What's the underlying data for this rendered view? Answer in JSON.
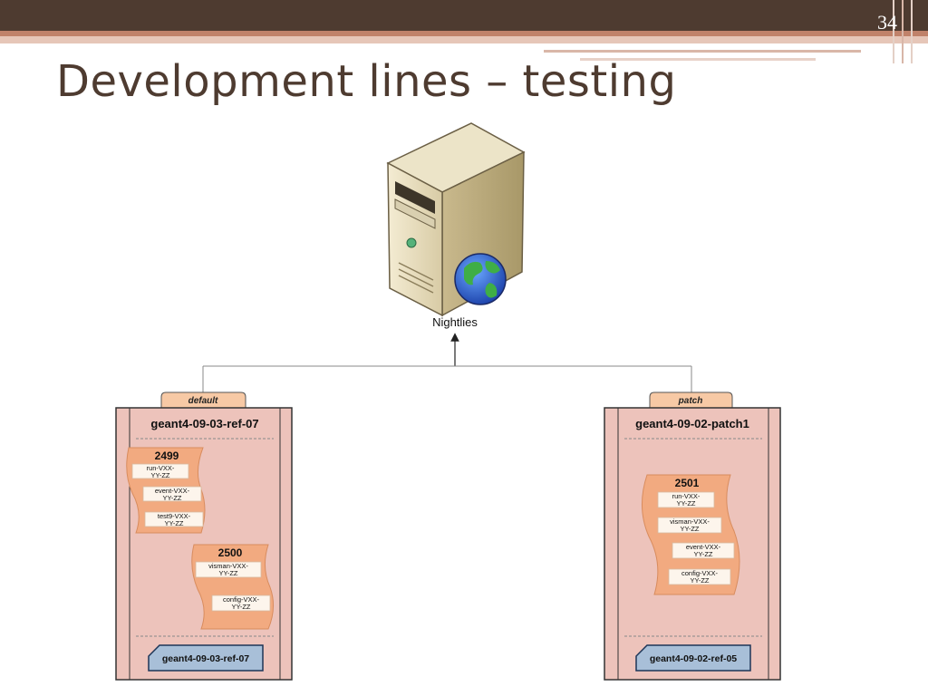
{
  "slide": {
    "number": "34",
    "title": "Development lines – testing"
  },
  "server": {
    "label": "Nightlies",
    "icon": "server-globe-icon"
  },
  "branches": [
    {
      "tab": "default",
      "name": "geant4-09-03-ref-07",
      "groups": [
        {
          "id": "2499",
          "items": [
            [
              "run-VXX-",
              "YY-ZZ"
            ],
            [
              "event-VXX-",
              "YY-ZZ"
            ],
            [
              "test9-VXX-",
              "YY-ZZ"
            ]
          ]
        },
        {
          "id": "2500",
          "items": [
            [
              "visman-VXX-",
              "YY-ZZ"
            ],
            [
              "config-VXX-",
              "YY-ZZ"
            ]
          ]
        }
      ],
      "ref": "geant4-09-03-ref-07"
    },
    {
      "tab": "patch",
      "name": "geant4-09-02-patch1",
      "groups": [
        {
          "id": "2501",
          "items": [
            [
              "run-VXX-",
              "YY-ZZ"
            ],
            [
              "visman-VXX-",
              "YY-ZZ"
            ],
            [
              "event-VXX-",
              "YY-ZZ"
            ],
            [
              "config-VXX-",
              "YY-ZZ"
            ]
          ]
        }
      ],
      "ref": "geant4-09-02-ref-05"
    }
  ],
  "colors": {
    "header": "#4e3b30",
    "accent": "#c0826a",
    "panel_fill": "#edc3bb",
    "group_fill": "#f2aa80",
    "tab_fill": "#f7c9a5",
    "ref_fill": "#a8bfd8"
  }
}
